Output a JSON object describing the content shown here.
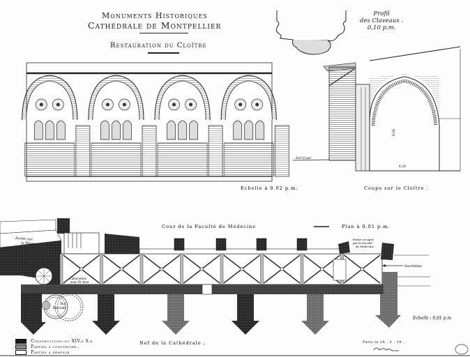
{
  "document": {
    "header": {
      "line1": "Monuments Historiques",
      "line2": "Cathédrale de Montpellier",
      "subtitle": "Restauration du Cloître"
    },
    "profile_note": {
      "line1": "Profil",
      "line2": "des Claveaux .",
      "line3": "0,10 p.m."
    },
    "elevation": {
      "scale_label": "Echelle à 0.02 p.m.",
      "bays": 4
    },
    "section": {
      "caption": "Coupe sur le Cloître .",
      "ground_label": "Sol Cour",
      "dimension_height": "6.50",
      "dimension_width": "4.20"
    },
    "plan": {
      "top_label": "Cour de la Faculté de Médecine",
      "plan_scale": "Plan à 0.01 p.m.",
      "bottom_label": "Nef de la Cathédrale .",
      "left_note_line1": "Sortie sur",
      "left_note_line2": "la Place.",
      "right_note_line1": "Partie occupée",
      "right_note_line2": "par la Faculté",
      "right_note_line3": "de Médecine .",
      "arrow_label": "Sacristies",
      "gallery_label_line1": "Colonnettes",
      "gallery_label_line2": "avec Dr Vase",
      "tower_label_line1": "Tour",
      "tower_label_line2": "Basilicale",
      "second_scale": "Echelle : 0,01 p.m",
      "piers": 5
    },
    "legend": {
      "items": [
        {
          "label": "Constructions du XIV.e S.e",
          "fill": "#1a1a1a"
        },
        {
          "label": "Parties à construire .",
          "fill": "#8a8a8a"
        },
        {
          "label": "Parties à démolir",
          "fill": "#ffffff"
        }
      ]
    },
    "footer": {
      "place_date": "Paris le 24 . 3 . 19 .",
      "signature": "Signature",
      "stamp": "stamp"
    },
    "colors": {
      "ink": "#1a1a1a",
      "masonry_dark": "#2b2b2b",
      "masonry_mid": "#6e6e6e",
      "paper": "#fdfdfd"
    }
  }
}
